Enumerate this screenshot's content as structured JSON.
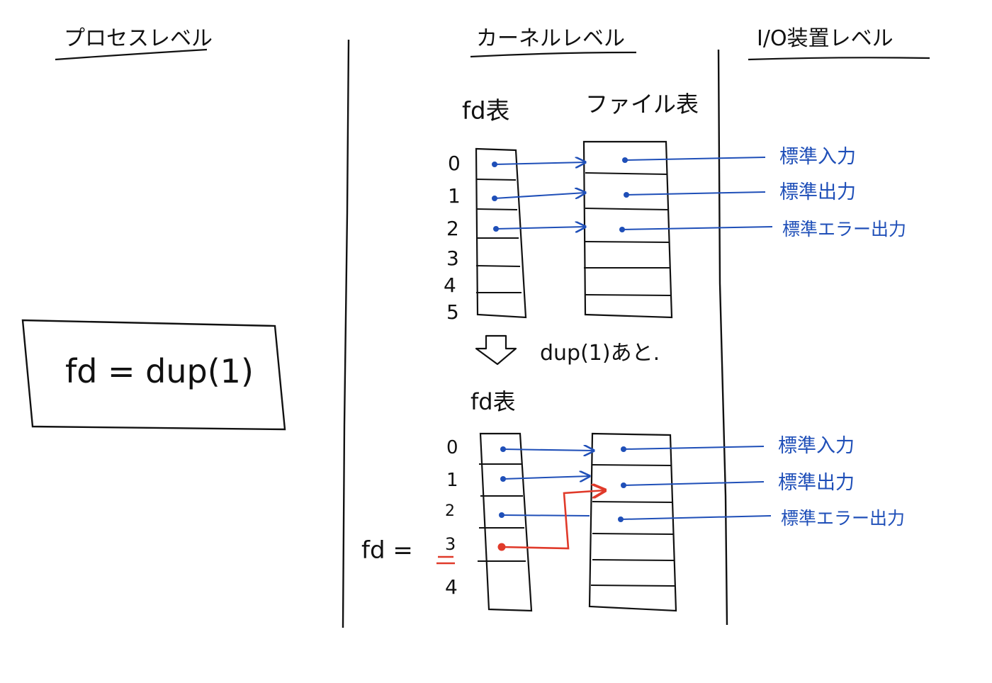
{
  "headers": {
    "process": "プロセスレベル",
    "kernel": "カーネルレベル",
    "io": "I/O装置レベル"
  },
  "process_box": {
    "code": "fd = dup(1)"
  },
  "before": {
    "fd_table_title": "fd表",
    "file_table_title": "ファイル表",
    "fd_indices": [
      "0",
      "1",
      "2",
      "3",
      "4",
      "5"
    ],
    "devices": [
      "標準入力",
      "標準出力",
      "標準エラー出力"
    ]
  },
  "transition_label": "dup(1)あと.",
  "after": {
    "fd_table_title": "fd表",
    "fd_indices": [
      "0",
      "1",
      "2",
      "3",
      "4"
    ],
    "fd_result_label": "fd =",
    "devices": [
      "標準入力",
      "標準出力",
      "標準エラー出力"
    ]
  },
  "colors": {
    "ink": "#111111",
    "blue": "#1f4fb8",
    "red": "#e03a2a"
  }
}
